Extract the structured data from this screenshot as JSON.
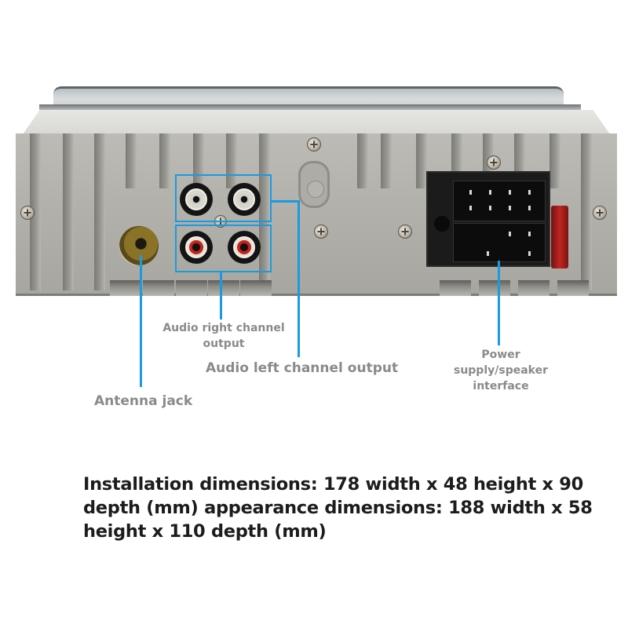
{
  "product": {
    "type": "single-DIN car radio, rear panel view",
    "colors": {
      "callout_line": "#1a9be0",
      "label_text": "#8a8a8a",
      "dimensions_text": "#1c1c1c",
      "chassis": "#b1b0aa",
      "rca_red": "#c7221d",
      "rca_white": "#d9d6cc",
      "antenna_jack": "#8a7226",
      "iso_connector": "#1b1b1b",
      "fuse": "#c12521"
    }
  },
  "callouts": {
    "antenna": {
      "label": "Antenna jack",
      "icon": "antenna-jack-icon"
    },
    "audio_right": {
      "label_line1": "Audio right channel",
      "label_line2": "output",
      "icon": "rca-red-pair-icon"
    },
    "audio_left": {
      "label": "Audio left channel output",
      "icon": "rca-white-pair-icon"
    },
    "power": {
      "label_line1": "Power",
      "label_line2": "supply/speaker",
      "label_line3": "interface",
      "icon": "iso-connector-icon"
    }
  },
  "dimensions": {
    "line1": "Installation dimensions: 178 width x 48 height x 90",
    "line2": "depth (mm) appearance dimensions: 188 width x 58",
    "line3": "height x 110 depth (mm)",
    "installation": {
      "width_mm": 178,
      "height_mm": 48,
      "depth_mm": 90
    },
    "appearance": {
      "width_mm": 188,
      "height_mm": 58,
      "depth_mm": 110
    }
  }
}
